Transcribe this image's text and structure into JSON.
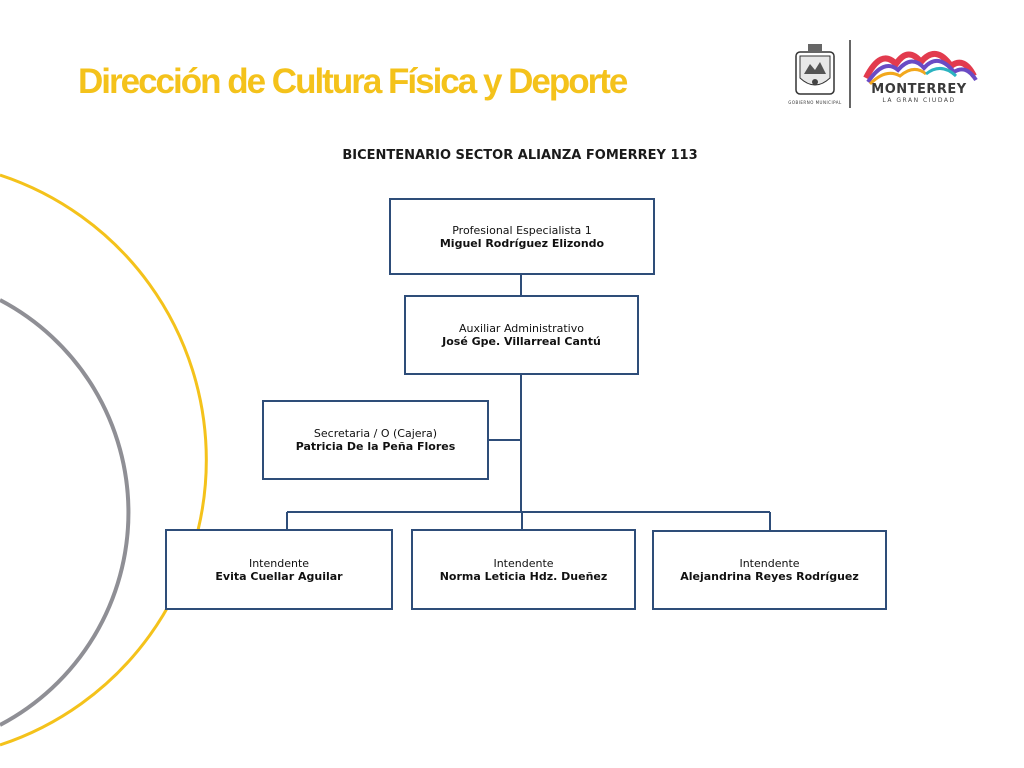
{
  "header": {
    "title": "Dirección de Cultura Física y Deporte",
    "title_color": "#f4c21b",
    "seal_caption": "GOBIERNO MUNICIPAL",
    "brand_name": "MONTERREY",
    "brand_tagline": "LA GRAN CIUDAD"
  },
  "chart": {
    "title": "BICENTENARIO SECTOR ALIANZA FOMERREY 113",
    "border_color": "#2e4d79",
    "nodes": {
      "head": {
        "role": "Profesional Especialista 1",
        "name": "Miguel Rodríguez Elizondo"
      },
      "aux": {
        "role": "Auxiliar Administrativo",
        "name": "José Gpe. Villarreal Cantú"
      },
      "secretary": {
        "role": "Secretaria / O (Cajera)",
        "name": "Patricia De la Peña Flores"
      },
      "intendente_1": {
        "role": "Intendente",
        "name": "Evita Cuellar Aguilar"
      },
      "intendente_2": {
        "role": "Intendente",
        "name": "Norma Leticia Hdz. Dueñez"
      },
      "intendente_3": {
        "role": "Intendente",
        "name": "Alejandrina Reyes Rodríguez"
      }
    }
  },
  "decoration": {
    "yellow_arc_color": "#f4c21b",
    "gray_arc_color": "#8f8f95"
  }
}
